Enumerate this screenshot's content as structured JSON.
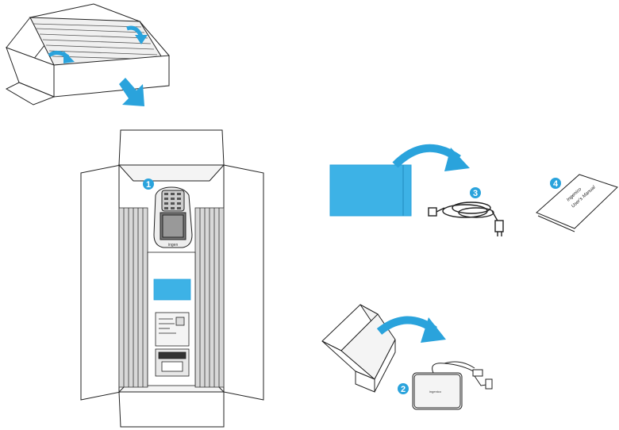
{
  "colors": {
    "accent": "#2aa3dc",
    "accent_fill": "#3db2e6",
    "outline": "#222222",
    "badge": "#2aa3dc"
  },
  "steps": {
    "step1": "1",
    "step2": "2",
    "step3": "3",
    "step4": "4"
  },
  "device": {
    "brand_mark": "ingen"
  },
  "adapter": {
    "brand_mark": "ingenico"
  },
  "manual": {
    "title_line1": "Ingenico",
    "title_line2": "User's Manual"
  },
  "icons": {
    "arrow": "curved-arrow-icon",
    "down_arrow": "down-arrow-icon",
    "badge": "numbered-badge-icon"
  }
}
